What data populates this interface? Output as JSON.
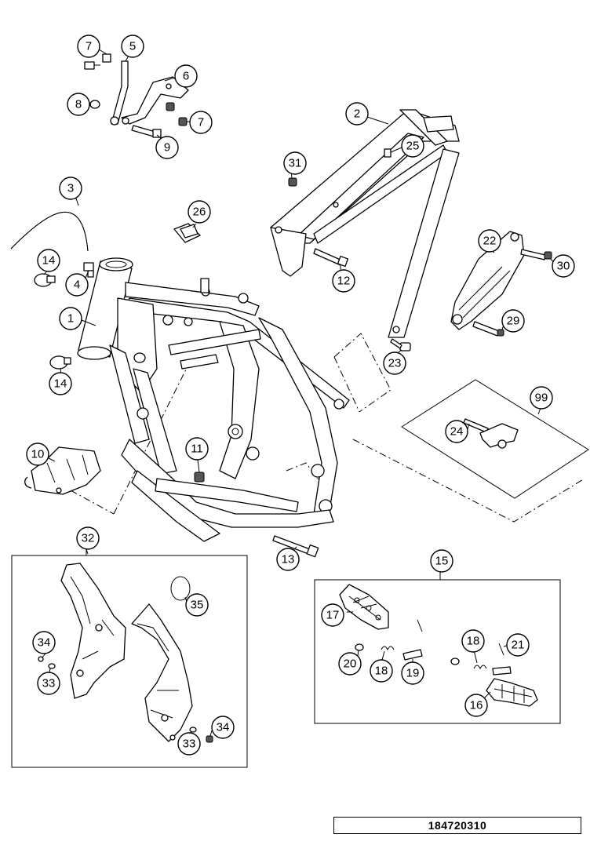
{
  "drawing_number": "184720310",
  "callouts": {
    "c1": "1",
    "c2": "2",
    "c3": "3",
    "c4": "4",
    "c5": "5",
    "c6": "6",
    "c7a": "7",
    "c7b": "7",
    "c8": "8",
    "c9": "9",
    "c10": "10",
    "c11": "11",
    "c12": "12",
    "c13": "13",
    "c14a": "14",
    "c14b": "14",
    "c15": "15",
    "c16": "16",
    "c17": "17",
    "c18a": "18",
    "c18b": "18",
    "c19": "19",
    "c20": "20",
    "c21": "21",
    "c22": "22",
    "c23": "23",
    "c24": "24",
    "c25": "25",
    "c26": "26",
    "c29": "29",
    "c30": "30",
    "c31": "31",
    "c32": "32",
    "c33a": "33",
    "c33b": "33",
    "c34a": "34",
    "c34b": "34",
    "c35": "35",
    "c99": "99"
  }
}
